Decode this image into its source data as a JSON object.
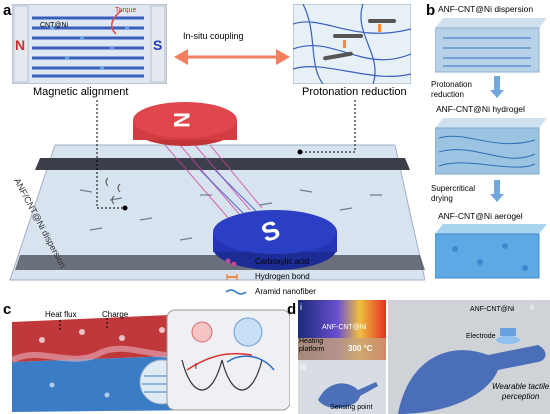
{
  "panels": {
    "a": {
      "label": "a",
      "inset_left": {
        "magnet_n": "N",
        "magnet_s": "S",
        "torque": "Torque",
        "material": "CNT@Ni"
      },
      "coupling": "In-situ coupling",
      "caption_left": "Magnetic alignment",
      "caption_right": "Protonation reduction",
      "big_magnet_n": "N",
      "big_magnet_s": "S",
      "trough_text": "ANF/CNT@Ni dispersion",
      "legend": [
        "Carboxylic acid",
        "Hydrogen bond",
        "Aramid nanofiber"
      ],
      "colors": {
        "north": "#e0474c",
        "south": "#2b3fc4",
        "arrow": "#f08060"
      }
    },
    "b": {
      "label": "b",
      "stage1": "ANF-CNT@Ni dispersion",
      "step1": "Protonation\nreduction",
      "stage2": "ANF-CNT@Ni hydrogel",
      "step2": "Supercritical\ndrying",
      "stage3": "ANF-CNT@Ni aerogel"
    },
    "c": {
      "label": "c",
      "heat_flux": "Heat flux",
      "charge": "Charge",
      "roman_i": "i"
    },
    "d": {
      "label": "d",
      "sub_i": "i",
      "sub_ii": "ii",
      "sub_iii": "iii",
      "inset_tag": "ANF-CNT@Ni",
      "heating": "Heating\nplatform",
      "temperature": "300 °C",
      "material_tag": "ANF-CNT@Ni",
      "electrode": "Electrode",
      "wearable": "Wearable tactile\nperception",
      "sensing": "Sensing point"
    }
  }
}
